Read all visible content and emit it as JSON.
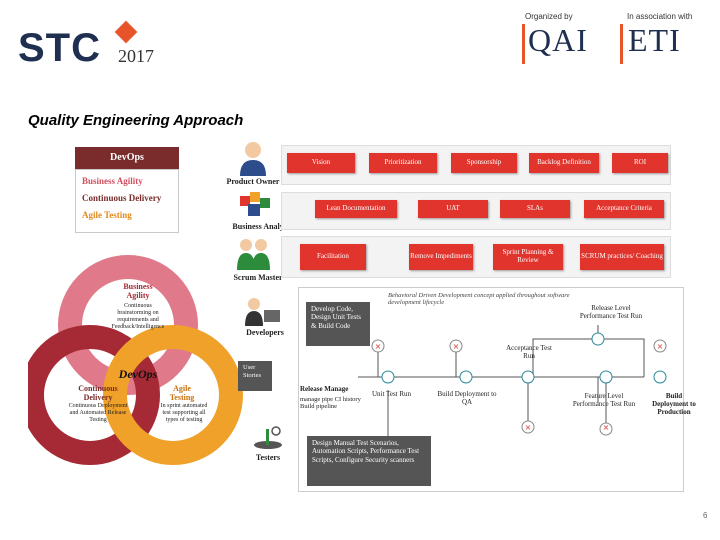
{
  "header": {
    "logo_text": "STC",
    "logo_year": "2017",
    "organized_by": "Organized by",
    "org_name": "QAI",
    "association": "In association with",
    "assoc_name": "ETI"
  },
  "title": "Quality Engineering Approach",
  "devops_panel": {
    "heading": "DevOps",
    "items": [
      "Business Agility",
      "Continuous Delivery",
      "Agile Testing"
    ],
    "colors": [
      "#d14f5f",
      "#7a2c2c",
      "#e08a1e"
    ]
  },
  "circles": {
    "center": "DevOps",
    "business_agility": {
      "title": "Business Agility",
      "desc": "Continuous brainstorming on requirements and Feedback/Intelligence",
      "color": "#e07a8a"
    },
    "continuous_delivery": {
      "title": "Continuous Delivery",
      "desc": "Continuous Deployment and Automated Release Testing",
      "color": "#a52a35"
    },
    "agile_testing": {
      "title": "Agile Testing",
      "desc": "In sprint automated test supporting all types of testing",
      "color": "#f0a12a"
    }
  },
  "roles": [
    "Product Owner",
    "Business Analyst",
    "Scrum Master",
    "Developers",
    "Testers"
  ],
  "rows": [
    [
      "Vision",
      "Prioritization",
      "Sponsorship",
      "Backlog Definition",
      "ROI"
    ],
    [
      "Lean Documentation",
      "UAT",
      "SLAs",
      "Acceptance Criteria"
    ],
    [
      "Facilitation",
      "Remove Impediments",
      "Sprint Planning & Review",
      "SCRUM practices/ Coaching"
    ]
  ],
  "flow": {
    "bdd_note": "Behavioral Driven Development concept applied throughout software development lifecycle",
    "dev_box": "Develop Code, Design Unit Tests & Build Code",
    "user_stories": "User Stories",
    "release_manage": "Release Manage",
    "release_sub": "manage pipe CI history Build pipeline",
    "unit_test": "Unit Test Run",
    "build_qa": "Build Deployment to QA",
    "acceptance": "Acceptance Test Run",
    "release_perf": "Release Level Performance Test Run",
    "feature_perf": "Feature Level Performance Test Run",
    "build_prod": "Build Deployment to Production",
    "tester_box": "Design Manual Test Scenarios, Automation Scripts, Performance Test Scripts, Configure Security scanners"
  },
  "page_number": "6"
}
